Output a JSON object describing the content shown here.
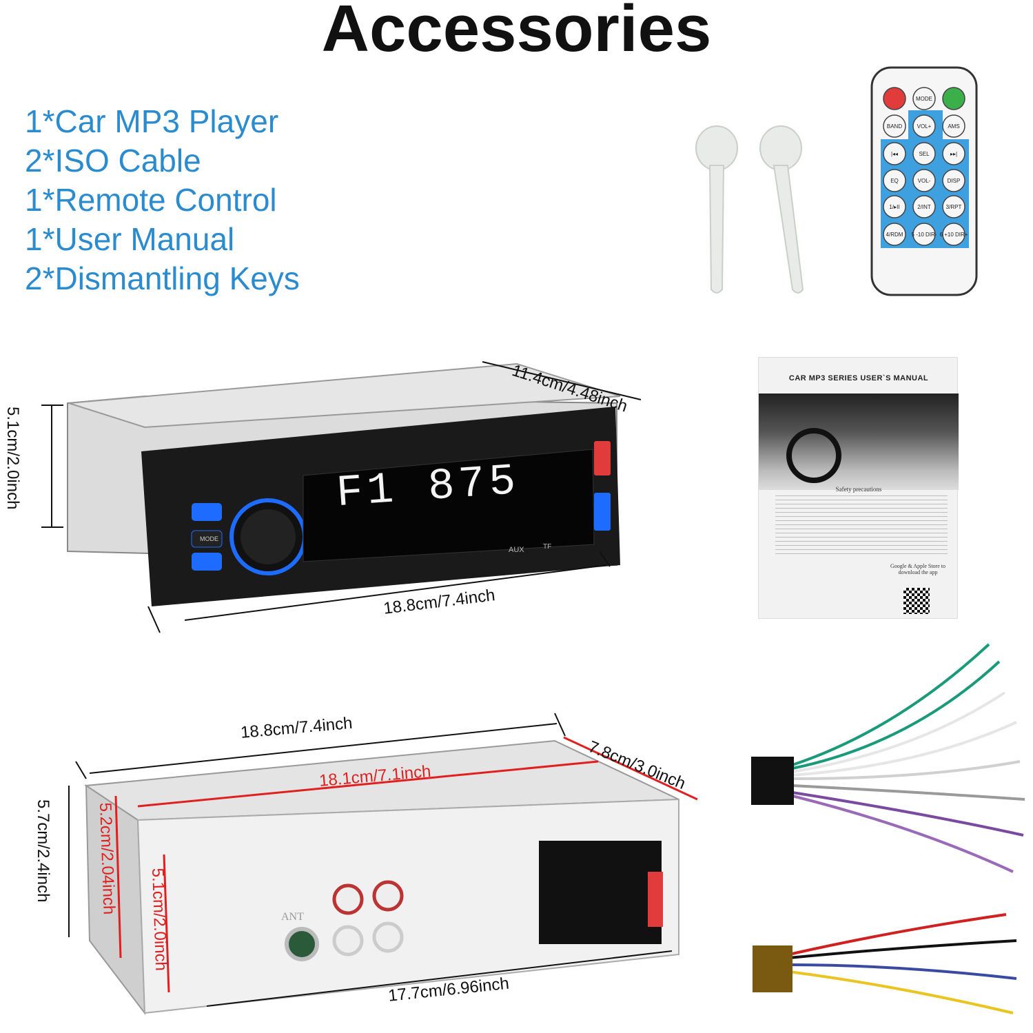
{
  "page": {
    "title": "Accessories"
  },
  "accessories": [
    "1*Car MP3 Player",
    "2*ISO Cable",
    "1*Remote Control",
    "1*User Manual",
    "2*Dismantling Keys"
  ],
  "remote": {
    "buttons": [
      {
        "label": "",
        "icon": "power-icon"
      },
      {
        "label": "MODE"
      },
      {
        "label": "",
        "icon": "mute-icon"
      },
      {
        "label": "BAND"
      },
      {
        "label": "VOL+"
      },
      {
        "label": "AMS"
      },
      {
        "label": "|◂◂"
      },
      {
        "label": "SEL"
      },
      {
        "label": "▸▸|"
      },
      {
        "label": "EQ"
      },
      {
        "label": "VOL-"
      },
      {
        "label": "DISP"
      },
      {
        "label": "1/▸II"
      },
      {
        "label": "2/INT"
      },
      {
        "label": "3/RPT"
      },
      {
        "label": "4/RDM"
      },
      {
        "label": "5 -10 DIR-"
      },
      {
        "label": "6 +10 DIR+"
      }
    ]
  },
  "front_unit": {
    "display_text": "F1 875",
    "ports": {
      "aux": "AUX",
      "tf": "TF"
    },
    "buttons": {
      "mode": "MODE"
    },
    "dimensions": {
      "depth": "11.4cm/4.48inch",
      "height": "5.1cm/2.0inch",
      "width": "18.8cm/7.4inch"
    }
  },
  "manual": {
    "title": "CAR MP3 SERIES USER`S MANUAL",
    "section_1": "Safety precautions",
    "section_2": "Google & Apple Store to download the app"
  },
  "rear_unit": {
    "labels": {
      "antenna": "ANT"
    },
    "dimensions": {
      "top_width": "18.8cm/7.4inch",
      "inner_width": "18.1cm/7.1inch",
      "depth": "7.8cm/3.0inch",
      "outer_height": "5.7cm/2.4inch",
      "inner_height": "5.2cm/2.04inch",
      "panel_height": "5.1cm/2.0inch",
      "bottom_width": "17.7cm/6.96inch"
    }
  },
  "colors": {
    "list_text": "#2a8bcf",
    "remote_key_bg": "#3fa0e0",
    "power_button": "#e23b3b",
    "mute_button": "#3bb04a",
    "display_blue": "#1e6cff",
    "usb_red": "#e23b3b",
    "dimension_red": "#e02020"
  }
}
